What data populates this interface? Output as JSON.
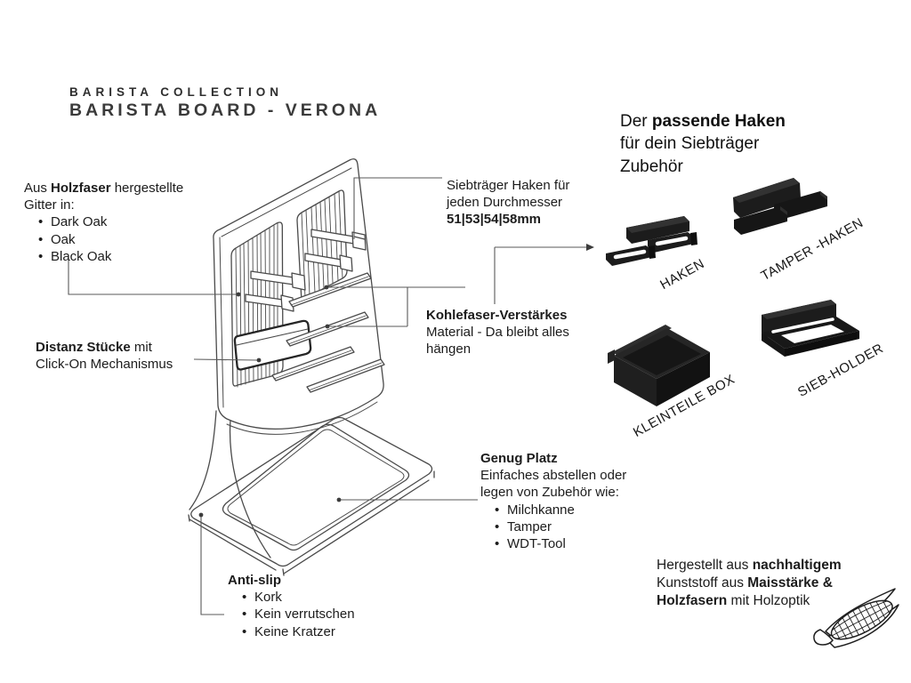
{
  "header": {
    "collection": "BARISTA COLLECTION",
    "title": "BARISTA BOARD - VERONA"
  },
  "notes": {
    "gitter": {
      "pre": "Aus ",
      "bold": "Holzfaser",
      "post": " hergestellte",
      "line2": "Gitter in:",
      "items": [
        "Dark Oak",
        "Oak",
        "Black Oak"
      ]
    },
    "distanz": {
      "bold": "Distanz Stücke",
      "post": " mit",
      "line2": "Click-On Mechanismus"
    },
    "siebtraeger": {
      "line1": "Siebträger Haken für",
      "line2": "jeden Durchmesser",
      "bold": "51|53|54|58mm"
    },
    "haken_heading": {
      "pre": "Der ",
      "bold": "passende Haken",
      "line2": "für dein Siebträger",
      "line3": "Zubehör"
    },
    "kohlefaser": {
      "bold": "Kohlefaser-Verstärkes",
      "line2": "Material - Da bleibt alles",
      "line3": "hängen"
    },
    "genug": {
      "bold": "Genug Platz",
      "line2": "Einfaches abstellen oder",
      "line3": "legen von Zubehör wie:",
      "items": [
        "Milchkanne",
        "Tamper",
        "WDT-Tool"
      ]
    },
    "antislip": {
      "bold": "Anti-slip",
      "items": [
        "Kork",
        "Kein verrutschen",
        "Keine Kratzer"
      ]
    },
    "material": {
      "l1pre": "Hergestellt aus ",
      "l1bold": "nachhaltigem",
      "l2pre": "Kunststoff aus ",
      "l2bold": "Maisstärke &",
      "l3bold": "Holzfasern",
      "l3post": " mit Holzoptik"
    }
  },
  "accessories": [
    {
      "label": "HAKEN",
      "icon": "haken-icon"
    },
    {
      "label": "TAMPER -HAKEN",
      "icon": "tamper-haken-icon"
    },
    {
      "label": "KLEINTEILE BOX",
      "icon": "kleinteile-box-icon"
    },
    {
      "label": "SIEB-HOLDER",
      "icon": "sieb-holder-icon"
    }
  ],
  "colors": {
    "ink": "#1d1d1d",
    "drawing_line": "#4a4a4a",
    "leader_line": "#5a5a5a",
    "icon_black": "#1b1b1b",
    "background": "#ffffff"
  }
}
